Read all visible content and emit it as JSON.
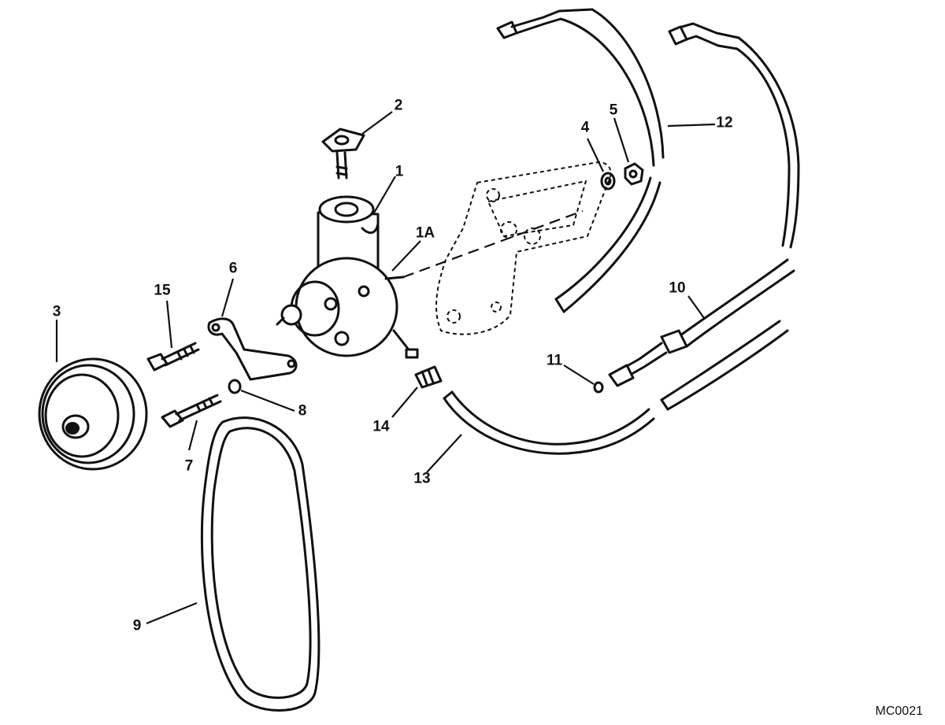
{
  "drawing_code": "MC0021",
  "callouts": {
    "c1": "1",
    "c1A": "1A",
    "c2": "2",
    "c3": "3",
    "c4": "4",
    "c5": "5",
    "c6": "6",
    "c7": "7",
    "c8": "8",
    "c9": "9",
    "c10": "10",
    "c11": "11",
    "c12": "12",
    "c13": "13",
    "c14": "14",
    "c15": "15"
  }
}
